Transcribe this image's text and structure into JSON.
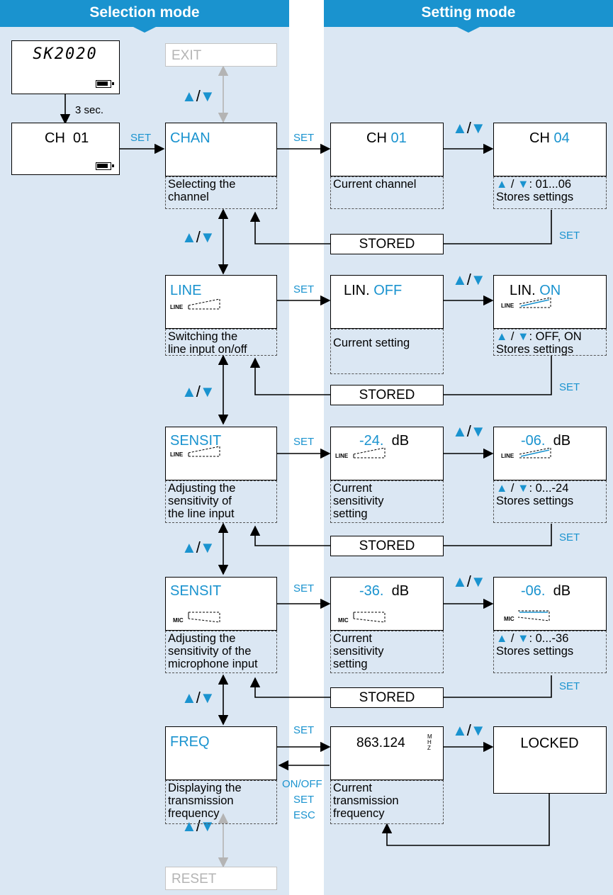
{
  "panels": {
    "selection_title": "Selection mode",
    "setting_title": "Setting mode"
  },
  "display": {
    "model": "SK2020",
    "delay": "3 sec.",
    "channel_display": "CH  01",
    "exit": "EXIT",
    "reset": "RESET"
  },
  "menu": [
    {
      "label": "CHAN",
      "desc_l1": "Selecting the",
      "desc_l2": "channel",
      "desc_l3": ""
    },
    {
      "label": "LINE",
      "desc_l1": "Switching the",
      "desc_l2": "line input on/off",
      "desc_l3": ""
    },
    {
      "label": "SENSIT",
      "desc_l1": "Adjusting the",
      "desc_l2": "sensitivity of",
      "desc_l3": "the line input"
    },
    {
      "label": "SENSIT",
      "desc_l1": "Adjusting the",
      "desc_l2": "sensitivity of the",
      "desc_l3": "microphone input"
    },
    {
      "label": "FREQ",
      "desc_l1": "Displaying the",
      "desc_l2": "transmission",
      "desc_l3": "frequency"
    }
  ],
  "current": [
    {
      "prefix": "CH ",
      "value": "01",
      "suffix": "",
      "desc_l1": "Current channel",
      "desc_l2": "",
      "desc_l3": ""
    },
    {
      "prefix": "LIN. ",
      "value": "OFF",
      "suffix": "",
      "desc_l1": "Current setting",
      "desc_l2": "",
      "desc_l3": ""
    },
    {
      "prefix": "",
      "value": "-24.",
      "suffix": "dB",
      "desc_l1": "Current",
      "desc_l2": "sensitivity",
      "desc_l3": "setting"
    },
    {
      "prefix": "",
      "value": "-36.",
      "suffix": "dB",
      "desc_l1": "Current",
      "desc_l2": "sensitivity",
      "desc_l3": "setting"
    },
    {
      "prefix": "",
      "value": "863.124",
      "suffix": "",
      "unit": "MHZ",
      "desc_l1": "Current",
      "desc_l2": "transmission",
      "desc_l3": "frequency"
    }
  ],
  "new": [
    {
      "prefix": "CH ",
      "value": "04",
      "suffix": "",
      "range": ": 01...06",
      "stores": "Stores settings"
    },
    {
      "prefix": "LIN. ",
      "value": "ON",
      "suffix": "",
      "range": ": OFF, ON",
      "stores": "Stores settings"
    },
    {
      "prefix": "",
      "value": "-06.",
      "suffix": "dB",
      "range": ": 0...-24",
      "stores": "Stores settings"
    },
    {
      "prefix": "",
      "value": "-06.",
      "suffix": "dB",
      "range": ": 0...-36",
      "stores": "Stores settings"
    },
    {
      "prefix": "",
      "value": "LOCKED",
      "suffix": "",
      "range": "",
      "stores": ""
    }
  ],
  "labels": {
    "set": "SET",
    "stored": "STORED",
    "up": "▲",
    "down": "▼",
    "slash": "/",
    "line_tag": "LINE",
    "mic_tag": "MIC",
    "on_off": "ON/OFF",
    "esc": "ESC"
  },
  "colors": {
    "accent": "#1a93cf",
    "panel_bg": "#dbe7f3",
    "muted": "#b4b4b4"
  }
}
